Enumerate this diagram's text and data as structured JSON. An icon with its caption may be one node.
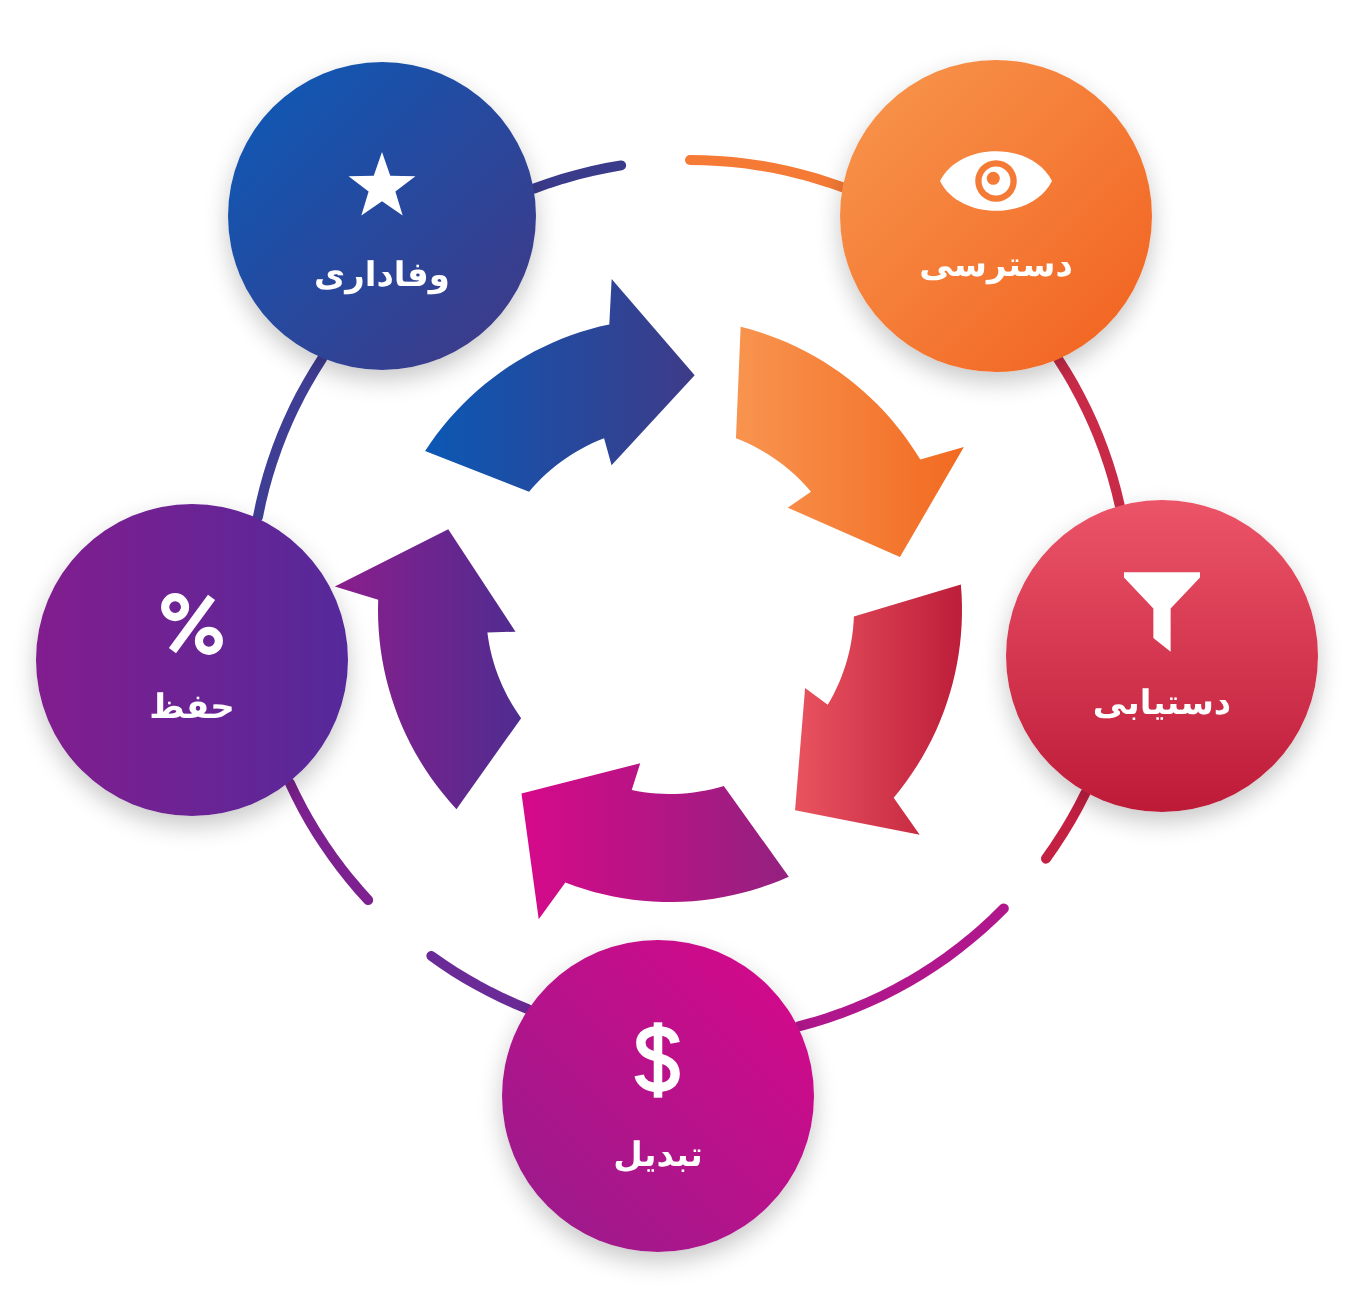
{
  "diagram": {
    "nodes": [
      {
        "text": [
          "دسترسی"
        ]
      },
      {
        "text": [
          "دستیابی"
        ]
      },
      {
        "text": [
          "تبدیل"
        ]
      },
      {
        "text": [
          "حفظ"
        ]
      },
      {
        "text": [
          "وفاداری"
        ]
      }
    ],
    "edges": [
      {
        "from": 4,
        "to": null,
        "arrow": "none",
        "color": "#3b3b8c"
      },
      {
        "from": null,
        "to": 0,
        "arrow": "none",
        "color": "#f47a35"
      },
      {
        "from": 0,
        "to": 1,
        "arrow": "none",
        "color": "#c92a48"
      },
      {
        "from": 1,
        "to": null,
        "arrow": "none",
        "color": "#c42042"
      },
      {
        "from": null,
        "to": 2,
        "arrow": "none",
        "color": "#b0178c"
      },
      {
        "from": 2,
        "to": null,
        "arrow": "none",
        "color": "#6b2b96"
      },
      {
        "from": null,
        "to": 3,
        "arrow": "none",
        "color": "#7d2190"
      },
      {
        "from": 3,
        "to": 4,
        "arrow": "none",
        "color": "#3f3e95"
      }
    ]
  }
}
